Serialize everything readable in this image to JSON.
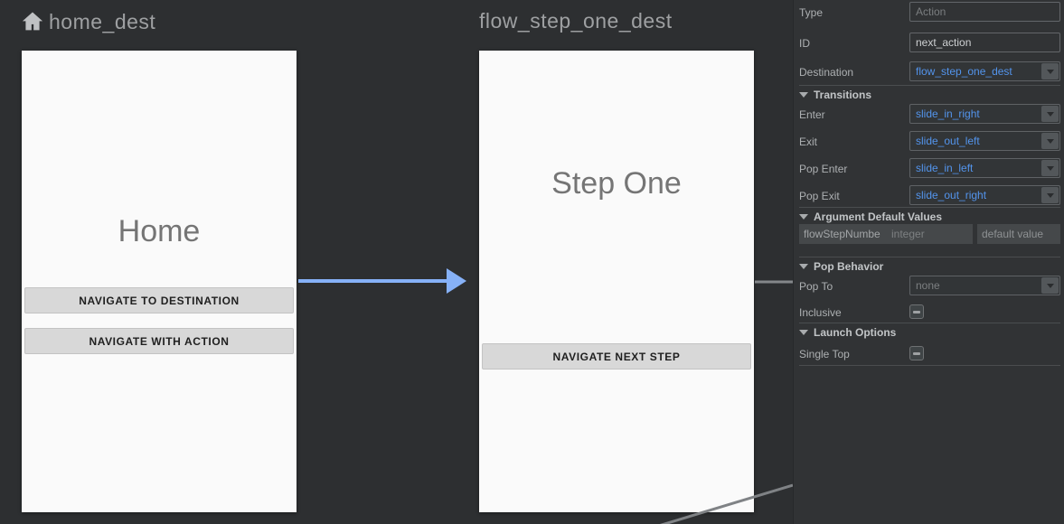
{
  "canvas": {
    "home": {
      "header": "home_dest",
      "title": "Home",
      "button1": "NAVIGATE TO DESTINATION",
      "button2": "NAVIGATE WITH ACTION"
    },
    "step_one": {
      "header": "flow_step_one_dest",
      "title": "Step One",
      "button1": "NAVIGATE NEXT STEP"
    }
  },
  "panel": {
    "type": {
      "label": "Type",
      "placeholder": "Action"
    },
    "id": {
      "label": "ID",
      "value": "next_action"
    },
    "destination": {
      "label": "Destination",
      "value": "flow_step_one_dest"
    },
    "transitions": {
      "header": "Transitions",
      "enter": {
        "label": "Enter",
        "value": "slide_in_right"
      },
      "exit": {
        "label": "Exit",
        "value": "slide_out_left"
      },
      "pop_enter": {
        "label": "Pop Enter",
        "value": "slide_in_left"
      },
      "pop_exit": {
        "label": "Pop Exit",
        "value": "slide_out_right"
      }
    },
    "argument_defaults": {
      "header": "Argument Default Values",
      "name": "flowStepNumbe",
      "type": "integer",
      "default_placeholder": "default value"
    },
    "pop_behavior": {
      "header": "Pop Behavior",
      "pop_to": {
        "label": "Pop To",
        "value": "none"
      },
      "inclusive": {
        "label": "Inclusive",
        "checked": false
      }
    },
    "launch_options": {
      "header": "Launch Options",
      "single_top": {
        "label": "Single Top",
        "checked": false
      }
    }
  },
  "colors": {
    "canvas_bg": "#2d2f31",
    "panel_bg": "#313335",
    "screen_bg": "#fafafa",
    "accent_blue": "#5394ec",
    "arrow_blue": "#86b1f7",
    "edge_gray": "#84878a"
  }
}
